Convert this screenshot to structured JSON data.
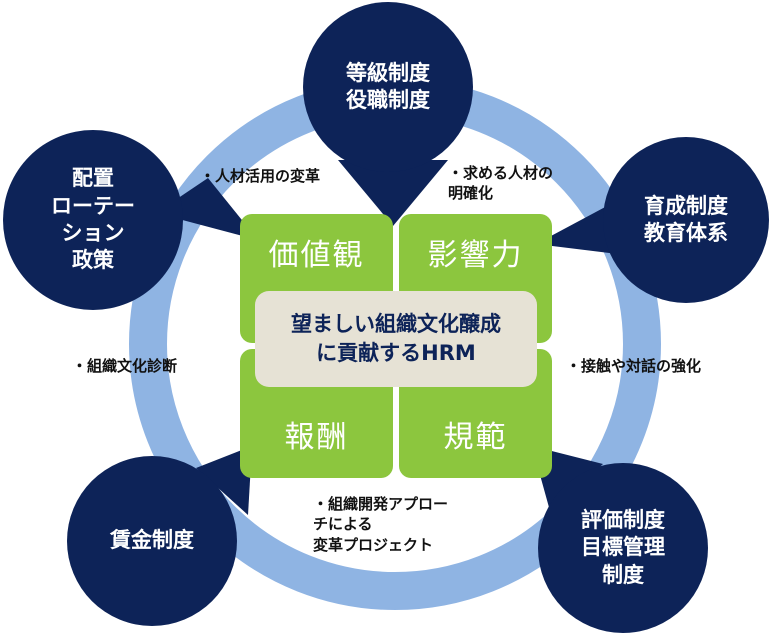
{
  "nodes": {
    "top": "等級制度\n役職制度",
    "left": "配置\nローテー\nション\n政策",
    "right": "育成制度\n教育体系",
    "bottom_left": "賃金制度",
    "bottom_right": "評価制度\n目標管理\n制度"
  },
  "quadrants": {
    "top_left": "価値観",
    "top_right": "影響力",
    "bottom_left": "報酬",
    "bottom_right": "規範"
  },
  "center": "望ましい組織文化醸成\nに貢献するHRM",
  "labels": {
    "talent_reform": "・人材活用の変革",
    "clarify_talent": "・求める人材の\n明確化",
    "culture_diagnosis": "・組織文化診断",
    "contact_dialogue": "・接触や対話の強化",
    "od_project": "・組織開発アプロー\nチによる\n変革プロジェクト"
  },
  "colors": {
    "navy": "#0d2358",
    "ring": "#8fb4e3",
    "green": "#8cc63e",
    "center_box": "#e6e2d5"
  }
}
